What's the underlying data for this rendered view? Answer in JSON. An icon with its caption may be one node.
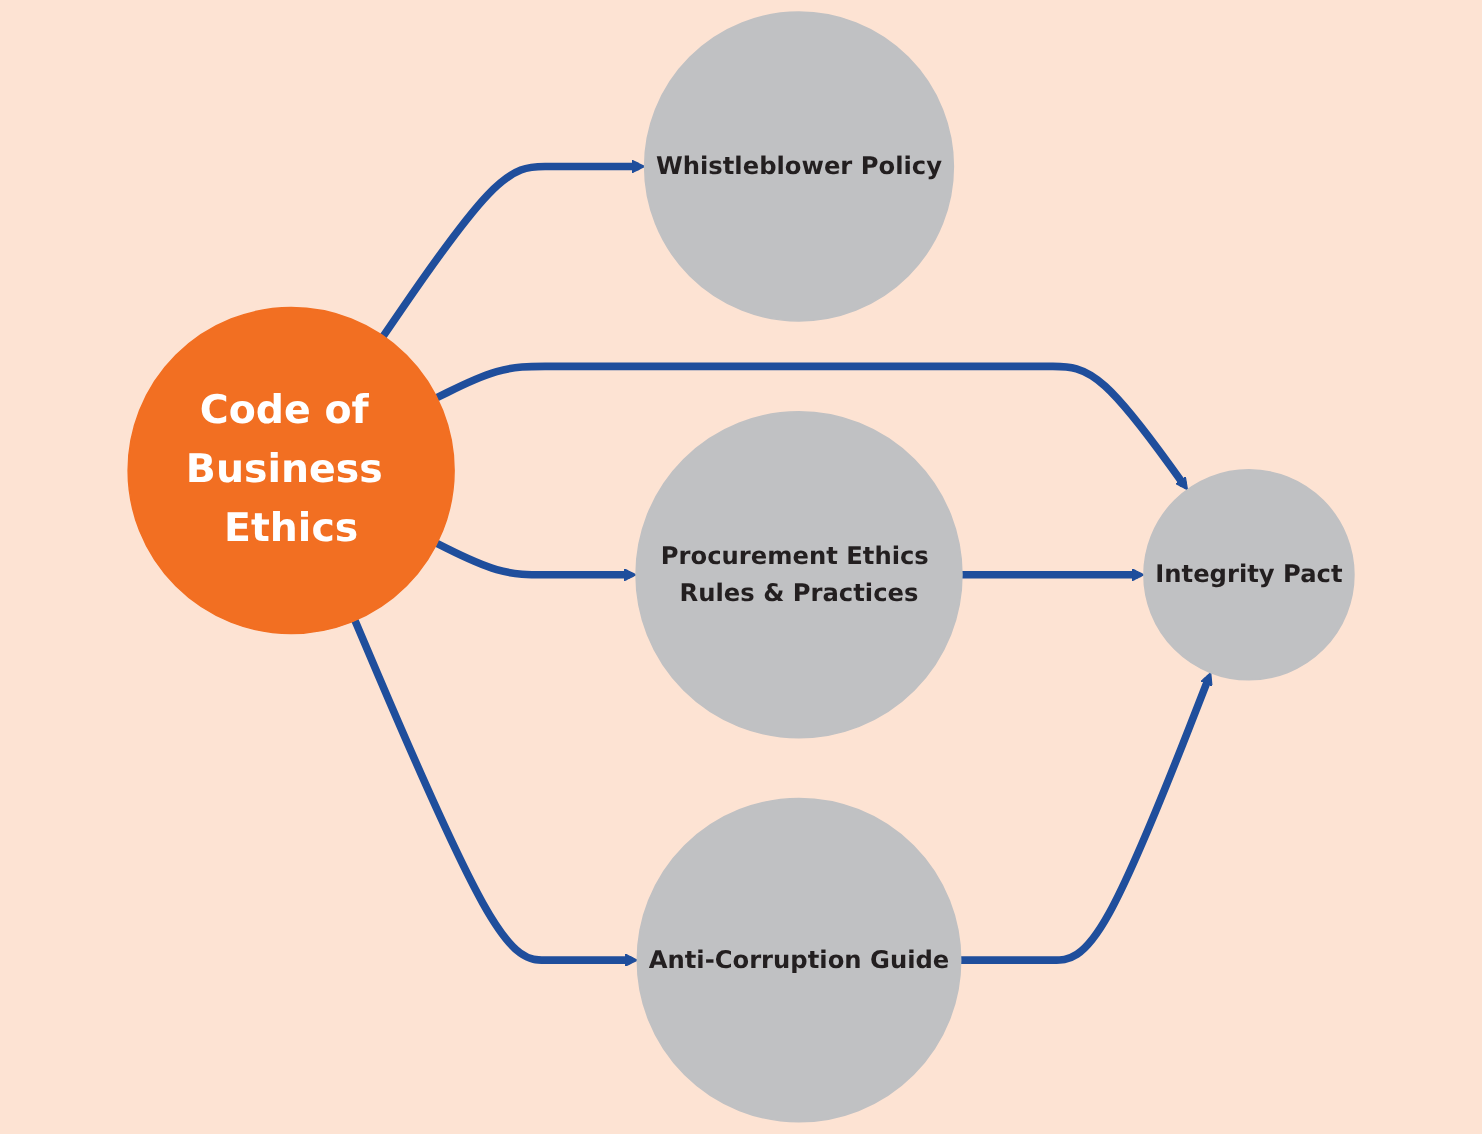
{
  "diagram": {
    "nodes": [
      {
        "text": [
          "Code of Business Ethics"
        ]
      },
      {
        "text": [
          "Whistleblower Policy"
        ]
      },
      {
        "text": [
          "Procurement Ethics Rules & Practices"
        ]
      },
      {
        "text": [
          "Integrity Pact"
        ]
      },
      {
        "text": [
          "Anti-Corruption Guide"
        ]
      }
    ],
    "edges": [
      {
        "from": 0,
        "to": 1,
        "arrow": "to"
      },
      {
        "from": 0,
        "to": 2,
        "arrow": "to"
      },
      {
        "from": 0,
        "to": 3,
        "arrow": "to"
      },
      {
        "from": 0,
        "to": 4,
        "arrow": "to"
      },
      {
        "from": 2,
        "to": 3,
        "arrow": "to"
      },
      {
        "from": 4,
        "to": 3,
        "arrow": "to"
      }
    ]
  }
}
